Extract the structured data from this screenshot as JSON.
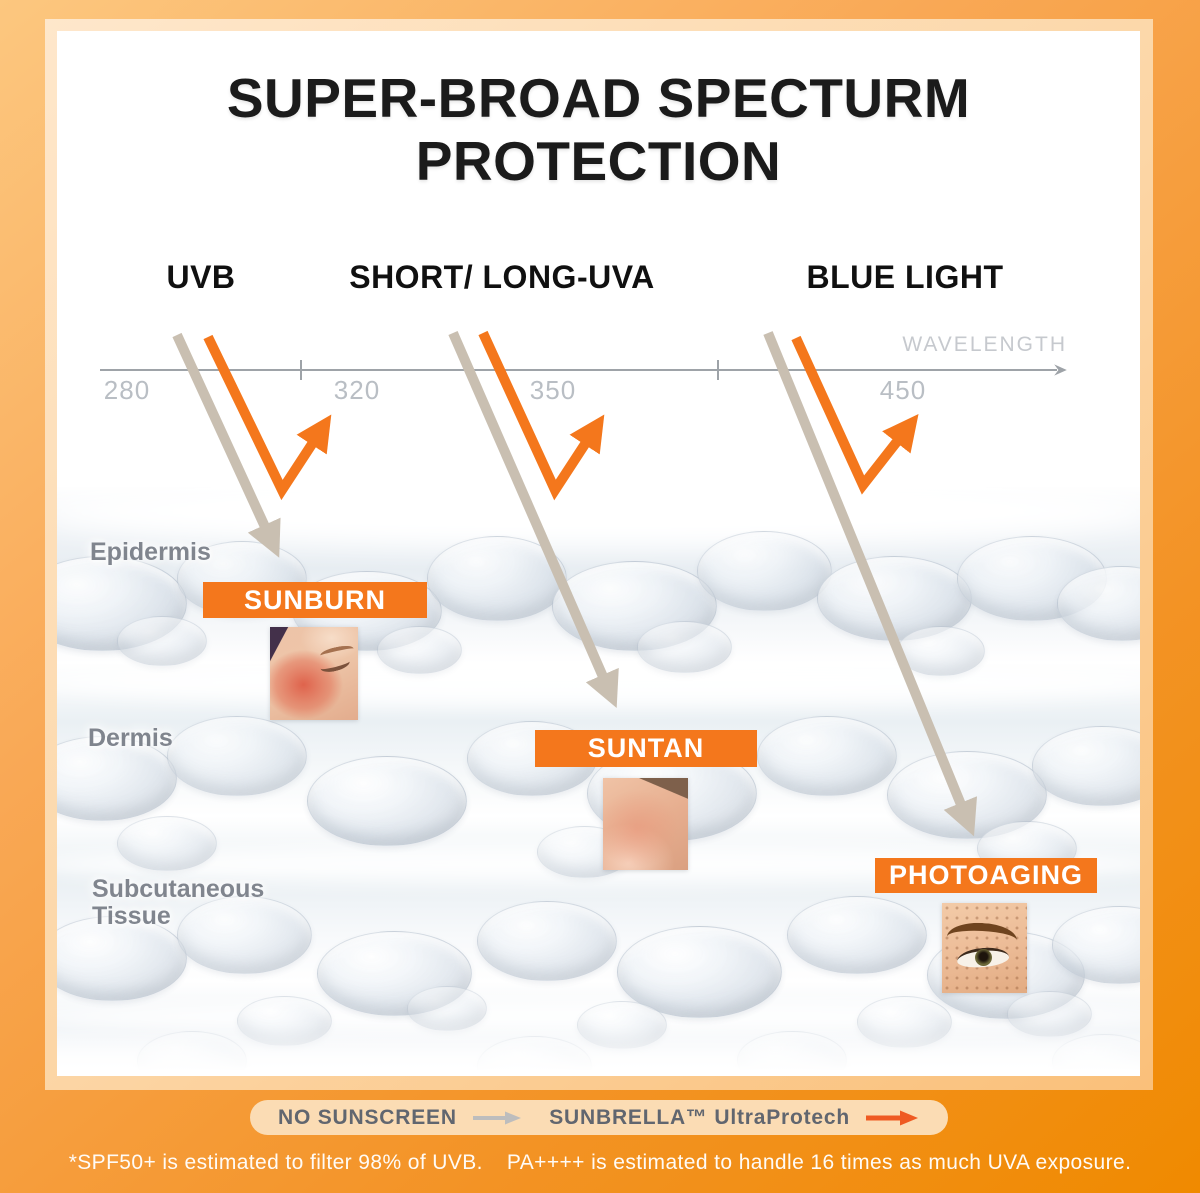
{
  "title": {
    "line1": "SUPER-BROAD SPECTURM",
    "line2": "PROTECTION"
  },
  "spectrum_labels": {
    "uvb": "UVB",
    "uva": "SHORT/ LONG-UVA",
    "blue": "BLUE LIGHT"
  },
  "axis": {
    "label": "WAVELENGTH",
    "tick_280": "280",
    "tick_320": "320",
    "tick_350": "350",
    "tick_450": "450"
  },
  "skin_layers": {
    "epidermis": "Epidermis",
    "dermis": "Dermis",
    "subcutaneous_line1": "Subcutaneous",
    "subcutaneous_line2": "Tissue"
  },
  "effects": {
    "sunburn": "SUNBURN",
    "suntan": "SUNTAN",
    "photoaging": "PHOTOAGING"
  },
  "legend": {
    "no_sunscreen": "NO SUNSCREEN",
    "product": "SUNBRELLA™ UltraProtech"
  },
  "footer": {
    "part1": "*SPF50+ is estimated to filter 98% of UVB.",
    "part2": "PA++++ is estimated to handle 16 times as much UVA exposure."
  },
  "colors": {
    "accent_orange": "#F4771C",
    "ray_beige": "#C9BFB1",
    "legend_arrow_gray": "#BDBDBD",
    "legend_arrow_orange": "#EF5A22",
    "frame_deep": "#F08A00",
    "frame_light": "#FCC77F"
  }
}
